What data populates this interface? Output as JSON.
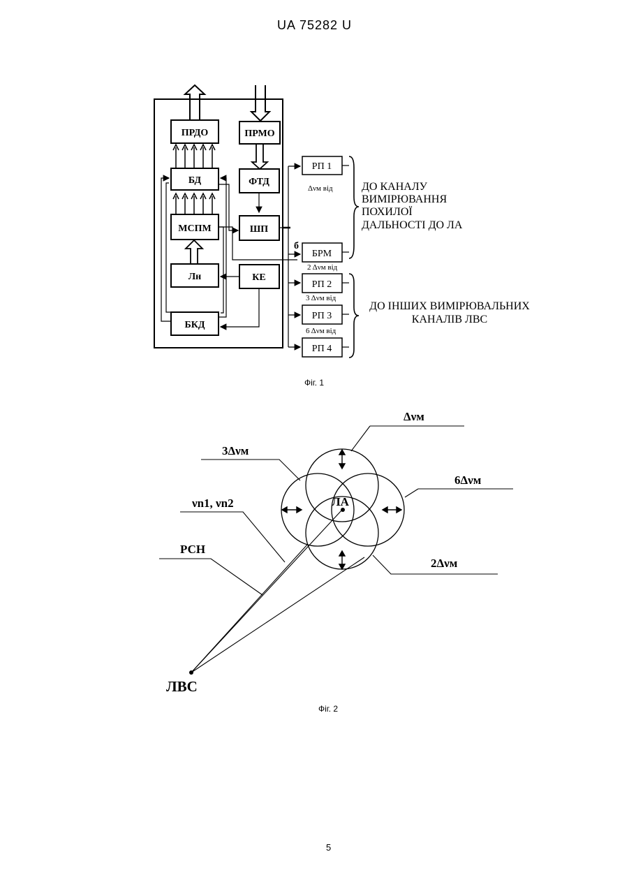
{
  "header": {
    "patent_number": "UA   75282   U"
  },
  "fig1": {
    "blocks": {
      "prdo": "ПРДО",
      "prmo": "ПРМО",
      "bd": "БД",
      "ftd": "ФТД",
      "mspm": "МСПМ",
      "shp": "ШП",
      "ln": "Лн",
      "ke": "КЕ",
      "bkd": "БКД",
      "rp1": "РП 1",
      "brm": "БРМ",
      "rp2": "РП 2",
      "rp3": "РП 3",
      "rp4": "РП 4"
    },
    "labels": {
      "six": "б",
      "dv_rp1": "Δνм від",
      "dv_rp2": "2 Δνм від",
      "dv_rp3": "3 Δνм від",
      "dv_rp4": "6 Δνм від"
    },
    "note1": [
      "ДО КАНАЛУ",
      "ВИМІРЮВАННЯ",
      "ПОХИЛОЇ",
      "ДАЛЬНОСТІ ДО ЛА"
    ],
    "note2": [
      "ДО ІНШИХ ВИМІРЮВАЛЬНИХ",
      "КАНАЛІВ ЛВС"
    ],
    "caption": "Фіг. 1"
  },
  "fig2": {
    "labels": {
      "dvm": "Δνм",
      "three_dvm": "3Δνм",
      "six_dvm": "6Δνм",
      "two_dvm": "2Δνм",
      "vn": "νn1, νn2",
      "rsn": "РСН",
      "la": "ЛА",
      "lvs": "ЛВС"
    },
    "caption": "Фіг. 2"
  },
  "footer": {
    "page_number": "5"
  }
}
